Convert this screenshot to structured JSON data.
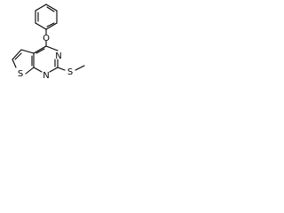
{
  "molecule": {
    "atoms": {
      "oxygen": "O",
      "nitrogen_upper": "N",
      "nitrogen_lower": "N",
      "sulfur_ring": "S",
      "sulfur_thioether": "S"
    },
    "colors": {
      "bond": "#000000",
      "label": "#000000",
      "background": "#ffffff"
    }
  }
}
